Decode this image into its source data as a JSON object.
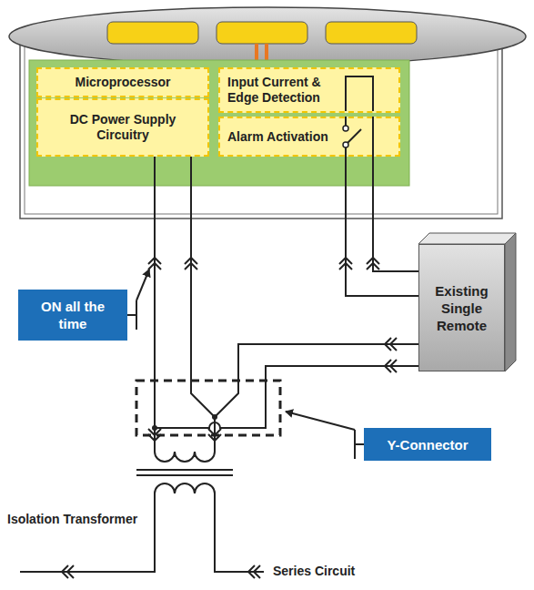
{
  "diagram": {
    "nodes": [
      {
        "text": [
          "Microprocessor"
        ]
      },
      {
        "text": [
          "DC Power Supply Circuitry"
        ]
      },
      {
        "text": [
          "Input Current & Edge Detection"
        ]
      },
      {
        "text": [
          "Alarm Activation"
        ]
      },
      {
        "text": [
          "Existing Single Remote"
        ]
      },
      {
        "text": [
          "ON all the time"
        ]
      },
      {
        "text": [
          "Y-Connector"
        ]
      }
    ],
    "edges": [
      {
        "from": 3,
        "to": 4,
        "arrow": "none"
      },
      {
        "from": 3,
        "to": 4,
        "arrow": "none"
      },
      {
        "from": 1,
        "to": 4,
        "arrow": "none"
      }
    ],
    "labels": [
      "Isolation Transformer",
      "Series Circuit"
    ]
  }
}
